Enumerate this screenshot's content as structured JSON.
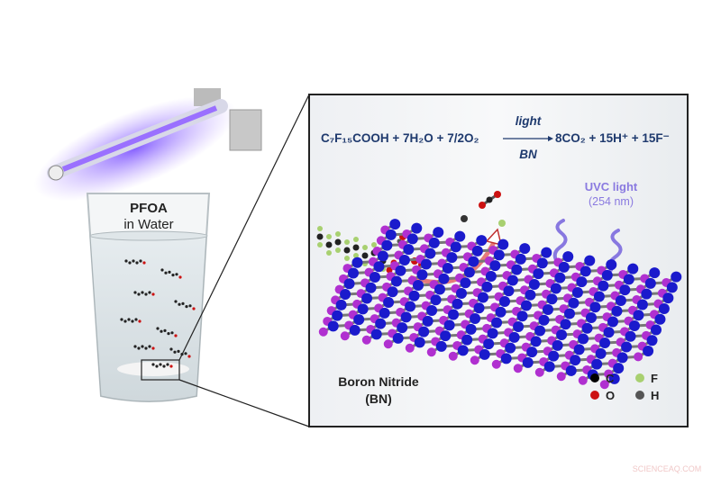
{
  "glass_label": {
    "line1": "PFOA",
    "line2": "in Water"
  },
  "equation": {
    "reactants": "C₇F₁₅COOH + 7H₂O + 7/2O₂",
    "above_arrow": "light",
    "below_arrow": "BN",
    "products": "8CO₂ + 15H⁺ + 15F⁻"
  },
  "uvc": {
    "line1": "UVC light",
    "line2": "(254 nm)"
  },
  "bn_label": {
    "line1": "Boron Nitride",
    "line2": "(BN)"
  },
  "legend": [
    {
      "symbol": "C",
      "color": "#000000"
    },
    {
      "symbol": "F",
      "color": "#a8d070"
    },
    {
      "symbol": "O",
      "color": "#cc1111"
    },
    {
      "symbol": "H",
      "color": "#555555"
    }
  ],
  "colors": {
    "boron": "#1a1acc",
    "nitrogen": "#b030d0",
    "uv_glow": "#8a5cff",
    "equation_text": "#1f3a6e",
    "uvc_text": "#8a7ae0"
  },
  "watermark": "SCIENCEAQ.COM"
}
